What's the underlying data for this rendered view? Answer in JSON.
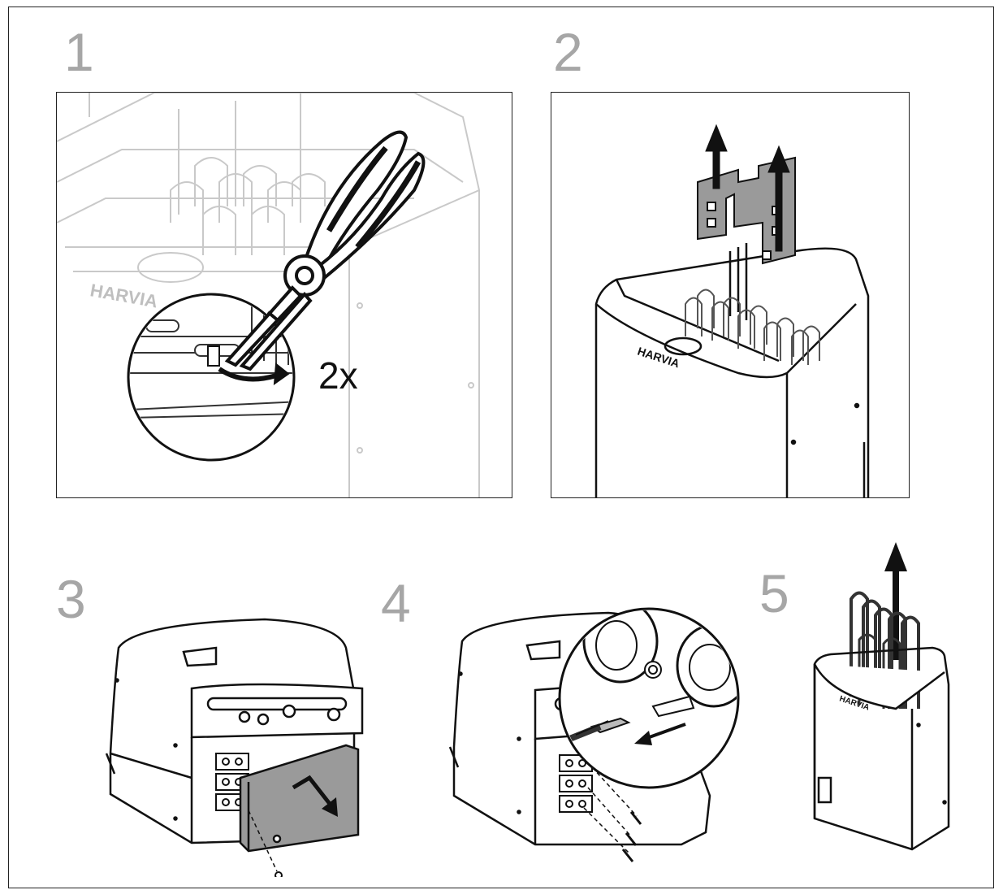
{
  "steps": [
    {
      "number": "1",
      "annotation": "2x",
      "brand": "HARVIA"
    },
    {
      "number": "2",
      "brand": "HARVIA"
    },
    {
      "number": "3"
    },
    {
      "number": "4"
    },
    {
      "number": "5"
    }
  ],
  "colors": {
    "step_number": "#a6a6a6",
    "line": "#1a1a1a",
    "faded_line": "#c8c8c8",
    "part_gray": "#9a9a9a",
    "arrow": "#111111"
  },
  "icons": [
    "pliers-icon",
    "up-arrow-icon",
    "curved-arrow-icon",
    "down-right-arrow-icon",
    "left-arrow-icon",
    "screw-icon"
  ]
}
